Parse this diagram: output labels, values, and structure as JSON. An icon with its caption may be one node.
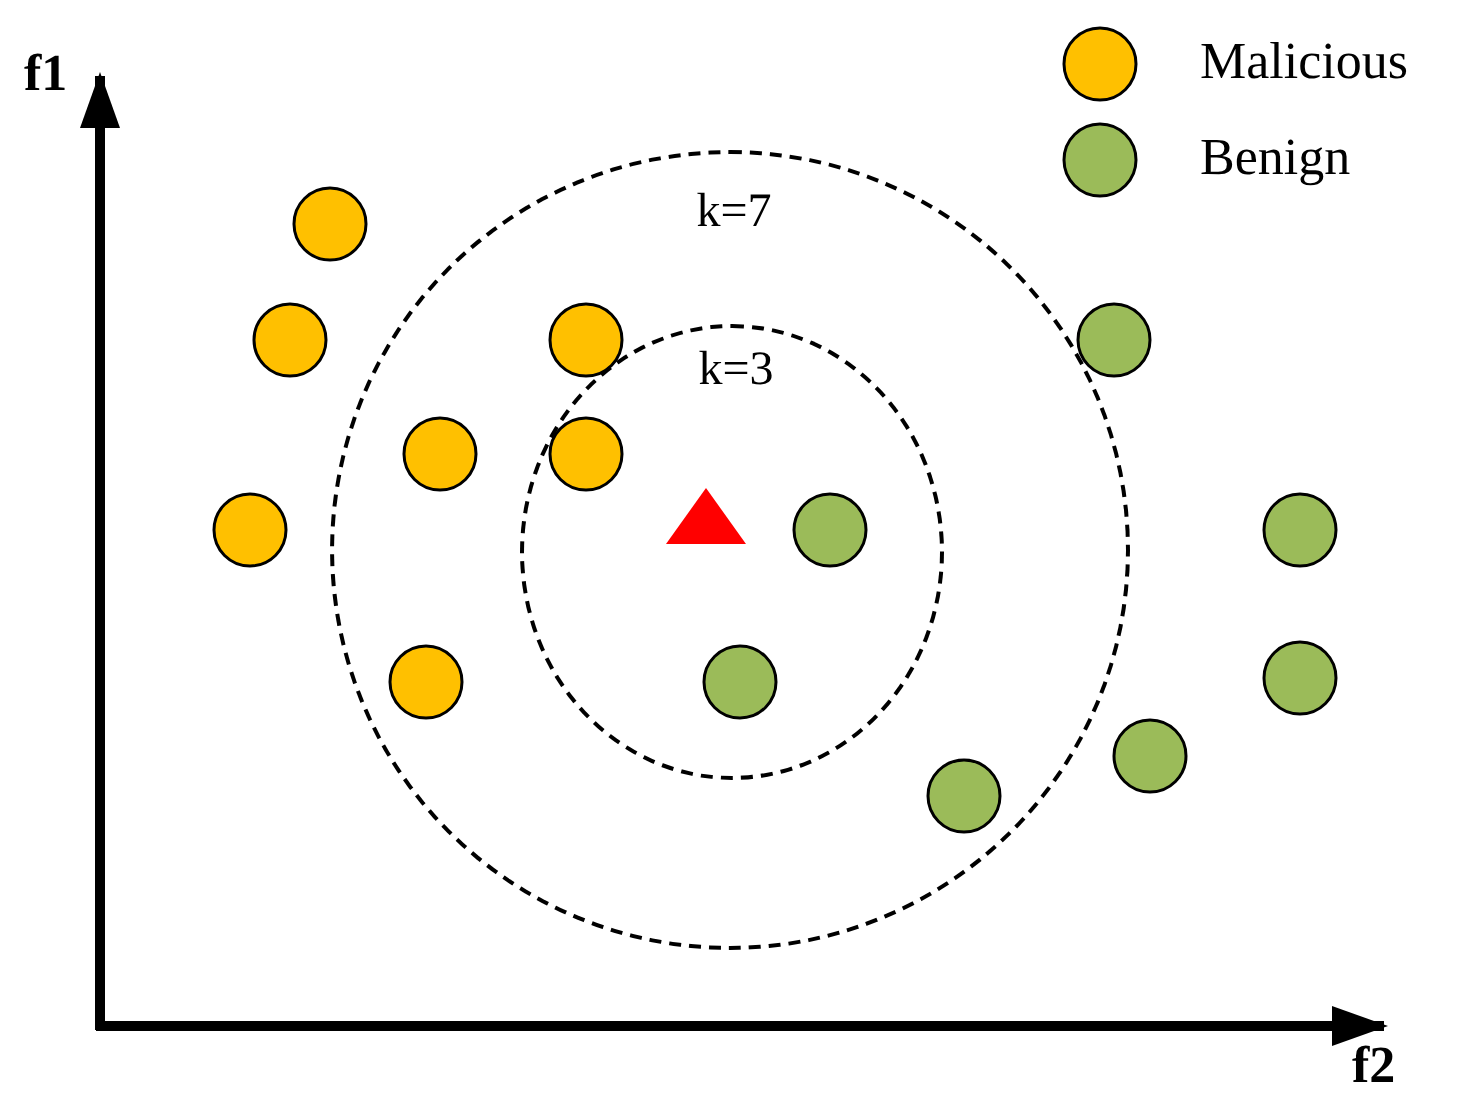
{
  "diagram": {
    "nodes": [
      {
        "text": [
          "k=7"
        ]
      },
      {
        "text": [
          "k=3"
        ],
        "in": 0
      }
    ],
    "labels": [
      "f1",
      "f2"
    ],
    "legend": [
      {
        "text": "Malicious",
        "color": "#ffc000"
      },
      {
        "text": "Benign",
        "color": "#9bbb59"
      }
    ]
  }
}
